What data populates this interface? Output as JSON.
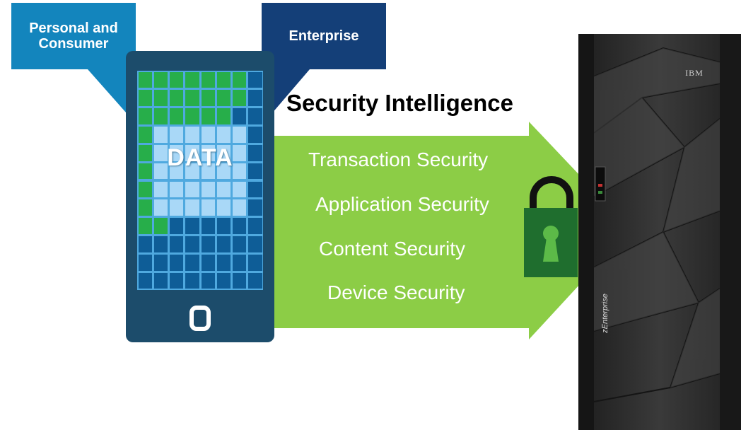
{
  "callouts": {
    "personal": {
      "label_line1": "Personal and",
      "label_line2": "Consumer",
      "color": "#1385bd"
    },
    "enterprise": {
      "label": "Enterprise",
      "color": "#143f78"
    }
  },
  "device": {
    "data_label": "DATA",
    "body_color": "#1c4c6b",
    "green_cell_color": "#27ae4a",
    "blue_cell_color": "#0e5d97",
    "light_cell_color": "#a9d8f7",
    "home_button_icon": "home-button-icon"
  },
  "security": {
    "title": "Security Intelligence",
    "arrow_color": "#8ccd46",
    "items": [
      "Transaction Security",
      "Application Security",
      "Content Security",
      "Device Security"
    ],
    "lock_icon": "padlock-icon",
    "lock_color": "#1f6e2e"
  },
  "server": {
    "logo": "IBM",
    "brand": "zEnterprise",
    "color": "#2c2c2c"
  }
}
